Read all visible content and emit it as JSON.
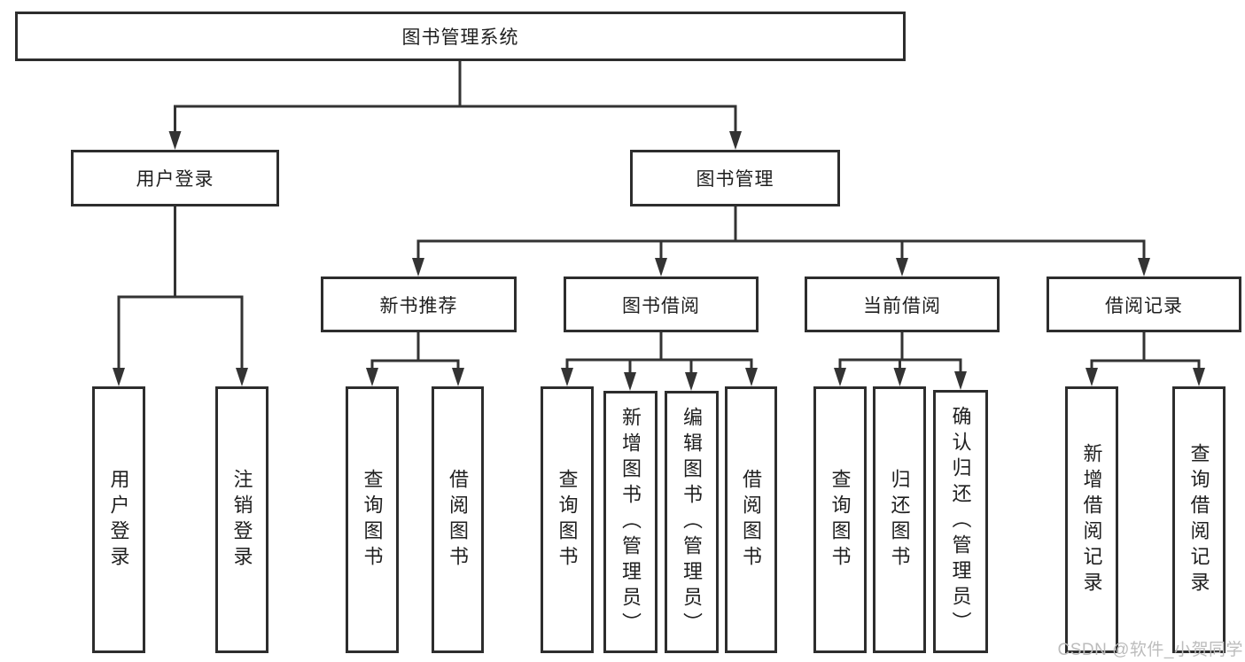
{
  "title": "图书管理系统",
  "tree": {
    "label": "图书管理系统",
    "children": [
      {
        "label": "用户登录",
        "children": [
          {
            "label": "用户登录"
          },
          {
            "label": "注销登录"
          }
        ]
      },
      {
        "label": "图书管理",
        "children": [
          {
            "label": "新书推荐",
            "children": [
              {
                "label": "查询图书"
              },
              {
                "label": "借阅图书"
              }
            ]
          },
          {
            "label": "图书借阅",
            "children": [
              {
                "label": "查询图书"
              },
              {
                "label": "新增图书（管理员）"
              },
              {
                "label": "编辑图书（管理员）"
              },
              {
                "label": "借阅图书"
              }
            ]
          },
          {
            "label": "当前借阅",
            "children": [
              {
                "label": "查询图书"
              },
              {
                "label": "归还图书"
              },
              {
                "label": "确认归还（管理员）"
              }
            ]
          },
          {
            "label": "借阅记录",
            "children": [
              {
                "label": "新增借阅记录"
              },
              {
                "label": "查询借阅记录"
              }
            ]
          }
        ]
      }
    ]
  },
  "watermark": {
    "text": "CSDN @软件_小贺同学"
  },
  "colors": {
    "line": "#333333",
    "box-border": "#2d2d2d",
    "text": "#1f1f1f",
    "watermark": "#bcbcbc",
    "background": "#ffffff"
  }
}
